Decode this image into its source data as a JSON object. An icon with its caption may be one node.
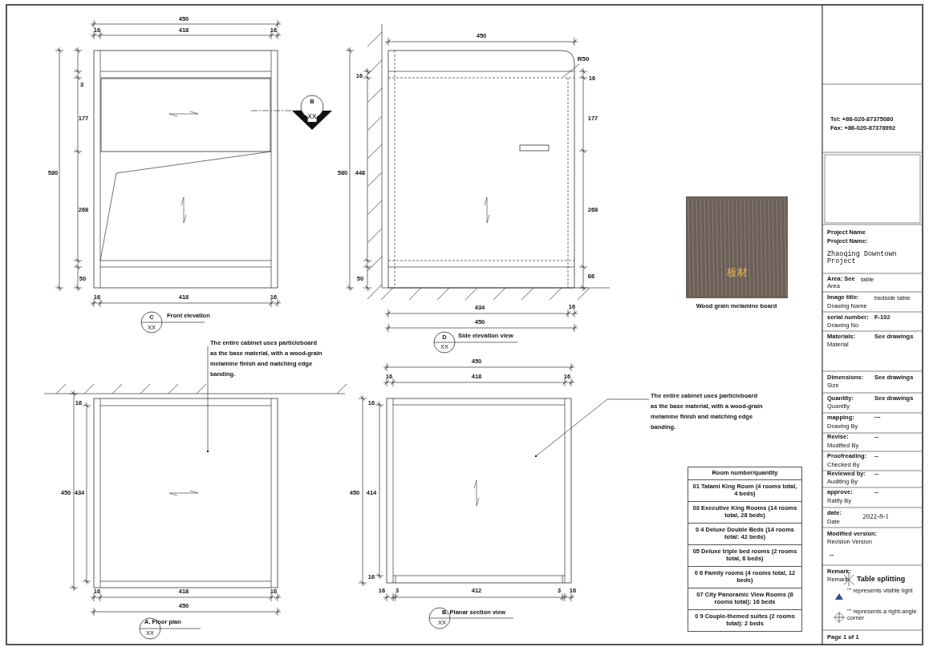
{
  "diagram": {
    "nodes": [
      {
        "text": [
          "The entire cabinet uses particleboard as the base material, with a wood-grain melamine finish and matching edge banding."
        ]
      },
      {
        "text": [
          "The entire cabinet uses particleboard as the base material, with a wood-grain melamine finish and matching edge banding."
        ]
      }
    ],
    "edges": [
      {
        "from": 0,
        "to": null,
        "arrow": "other"
      },
      {
        "from": 1,
        "to": null,
        "arrow": "other"
      }
    ],
    "labels": [
      "450",
      "16",
      "418",
      "16",
      "580",
      "3",
      "177",
      "268",
      "50",
      "16",
      "418",
      "16",
      "B",
      "XX",
      "C",
      "XX",
      "Front elevation",
      "450",
      "R50",
      "16",
      "580",
      "448",
      "50",
      "16",
      "177",
      "268",
      "66",
      "434",
      "16",
      "450",
      "D",
      "XX",
      "Side elevation view",
      "16",
      "450",
      "434",
      "16",
      "418",
      "16",
      "450",
      "A. Floor plan",
      "XX",
      "450",
      "16",
      "418",
      "16",
      "16",
      "450",
      "414",
      "16",
      "16",
      "3",
      "412",
      "3",
      "16",
      "B. Planar section view",
      "XX",
      "板材",
      "Wood grain melamine board",
      "Room number/quantity",
      "01 Tatami King Room (4 rooms total, 4 beds)",
      "03 Executive King Rooms (14 rooms total, 28 beds)",
      "0 4 Deluxe Double Beds (14 rooms total: 42 beds)",
      "05 Deluxe triple bed rooms (2 rooms total, 6 beds)",
      "0 6 Family rooms (4 rooms total, 12 beds)",
      "07 City Panoramic View Rooms (8 rooms total): 16 beds",
      "0 9 Couple-themed suites (2 rooms total): 2 beds",
      "Tel: +86-020-87375080",
      "Fax: +86-020-87378992",
      "Project Name",
      "Project Name:",
      "Zhaoqing Downtown Project",
      "Area: See",
      "table",
      "Area",
      "Image title:",
      "bedside table",
      "Drawing Name",
      "serial number:",
      "F-102",
      "Drawing No",
      "Materials:",
      "See drawings",
      "Material",
      "Dimensions:",
      "See drawings",
      "Size",
      "Quantity:",
      "See drawings",
      "Quantity",
      "mapping:",
      "---",
      "Drawing By",
      "Revise:",
      "--",
      "Modified By",
      "Proofreading:",
      "--",
      "Checked By",
      "Reviewed by:",
      "--",
      "Auditing By",
      "approve:",
      "--",
      "Ratify By",
      "date:",
      "2022-8-1",
      "Date",
      "Modified version:",
      "Revision Version",
      "--",
      "Remark:",
      "Remark",
      "Table splitting",
      "\"\" represents visible light",
      "\"\" represents a right-angle corner",
      "Page 1 of 1"
    ]
  }
}
